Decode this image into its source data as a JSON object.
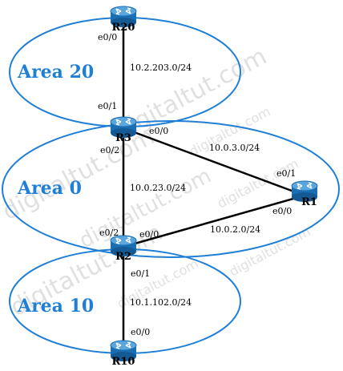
{
  "areas": [
    {
      "label": "Area 20"
    },
    {
      "label": "Area 0"
    },
    {
      "label": "Area 10"
    }
  ],
  "routers": {
    "r20": "R20",
    "r3": "R3",
    "r1": "R1",
    "r2": "R2",
    "r10": "R10"
  },
  "links": {
    "r20_r3": {
      "subnet": "10.2.203.0/24",
      "if_r20": "e0/0",
      "if_r3": "e0/1"
    },
    "r3_r1": {
      "subnet": "10.0.3.0/24",
      "if_r3": "e0/0",
      "if_r1": "e0/1"
    },
    "r3_r2": {
      "subnet": "10.0.23.0/24",
      "if_r3": "e0/2",
      "if_r2": "e0/2"
    },
    "r2_r1": {
      "subnet": "10.0.2.0/24",
      "if_r2": "e0/0",
      "if_r1": "e0/0"
    },
    "r2_r10": {
      "subnet": "10.1.102.0/24",
      "if_r2": "e0/1",
      "if_r10": "e0/0"
    }
  },
  "watermark": "digitaltut.com",
  "colors": {
    "area_outline": "#1f7fd6",
    "area_label": "#1f7fd6",
    "router_body": "#1a6fb3",
    "router_top": "#5aa6dd",
    "link": "#000000"
  }
}
